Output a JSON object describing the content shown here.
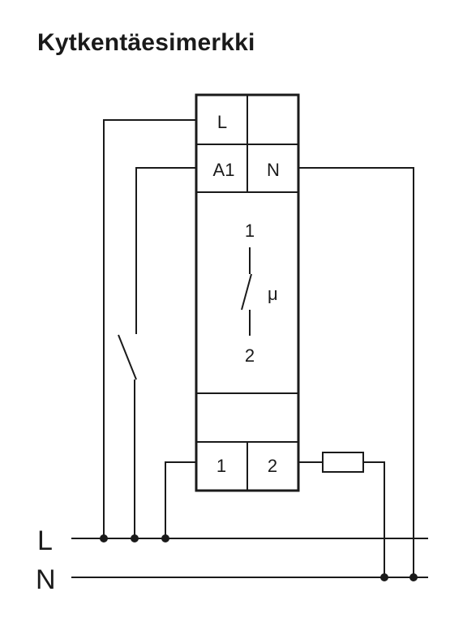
{
  "title": "Kytkentäesimerkki",
  "colors": {
    "stroke": "#1a1a1a",
    "background": "#ffffff"
  },
  "device": {
    "terminals_top": [
      "L",
      "",
      "A1",
      "N"
    ],
    "symbol": {
      "contact_top": "1",
      "contact_bottom": "2",
      "mu": "μ"
    },
    "terminals_bottom": [
      "1",
      "2"
    ]
  },
  "buses": {
    "line": "L",
    "neutral": "N"
  },
  "components": [
    "switch",
    "load-resistor"
  ]
}
